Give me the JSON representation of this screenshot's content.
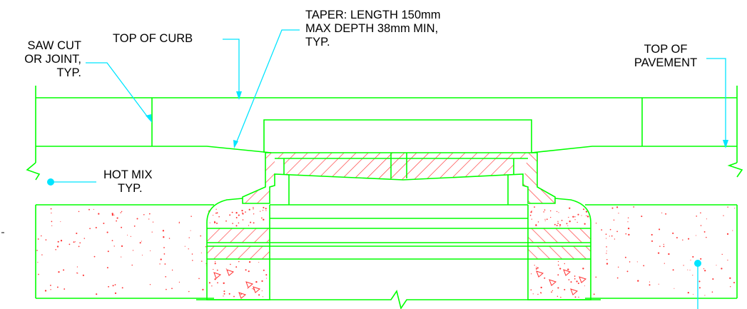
{
  "labels": {
    "saw_cut": [
      "SAW CUT",
      "OR JOINT,",
      "TYP."
    ],
    "top_of_curb": "TOP OF CURB",
    "taper": [
      "TAPER: LENGTH 150mm",
      "MAX DEPTH 38mm MIN,",
      "TYP."
    ],
    "top_of_pavement": [
      "TOP OF",
      "PAVEMENT"
    ],
    "hot_mix": [
      "HOT MIX",
      "TYP."
    ]
  },
  "colors": {
    "line": "#00ff00",
    "leader": "#00e5ff",
    "hatch": "#ff3333",
    "speckle": "#ff3333",
    "text": "#000000",
    "background": "#ffffff"
  }
}
